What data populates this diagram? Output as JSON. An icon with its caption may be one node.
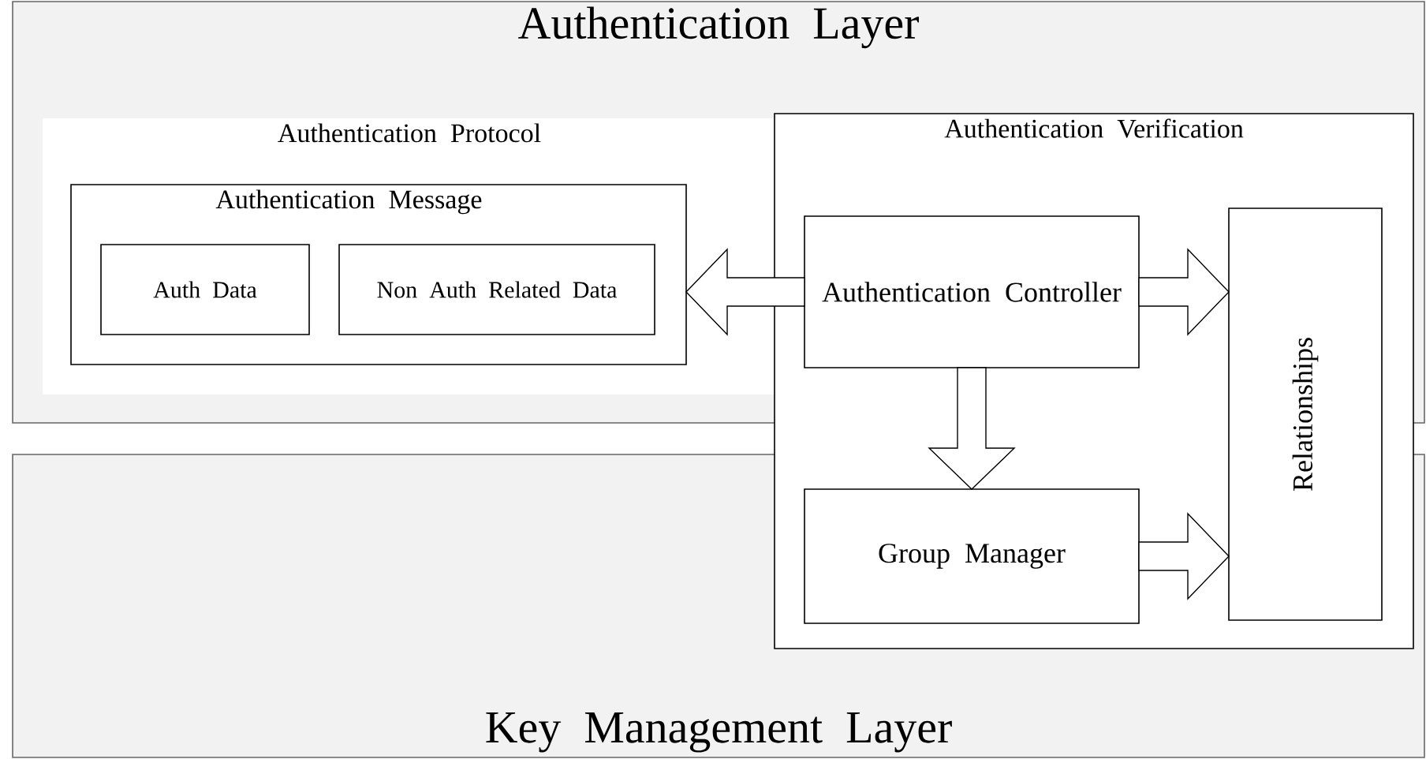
{
  "diagram": {
    "nodes": [
      {
        "text": [
          "Authentication Layer"
        ]
      },
      {
        "text": [
          "Key Management Layer"
        ]
      },
      {
        "text": [
          "Authentication Protocol"
        ],
        "in": 0
      },
      {
        "text": [
          "Authentication Message"
        ],
        "in": 2
      },
      {
        "text": [
          "Auth Data"
        ],
        "in": 3
      },
      {
        "text": [
          "Non Auth Related Data"
        ],
        "in": 3
      },
      {
        "text": [
          "Authentication Verification"
        ]
      },
      {
        "text": [
          "Authentication Controller"
        ]
      },
      {
        "text": [
          "Group Manager"
        ]
      },
      {
        "text": [
          "Relationships"
        ],
        "in": 6
      }
    ],
    "edges": [
      {
        "from": 7,
        "to": 3,
        "arrow": "to"
      },
      {
        "from": 7,
        "to": 9,
        "arrow": "to"
      },
      {
        "from": 7,
        "to": 8,
        "arrow": "to"
      },
      {
        "from": 8,
        "to": 9,
        "arrow": "to"
      }
    ]
  }
}
